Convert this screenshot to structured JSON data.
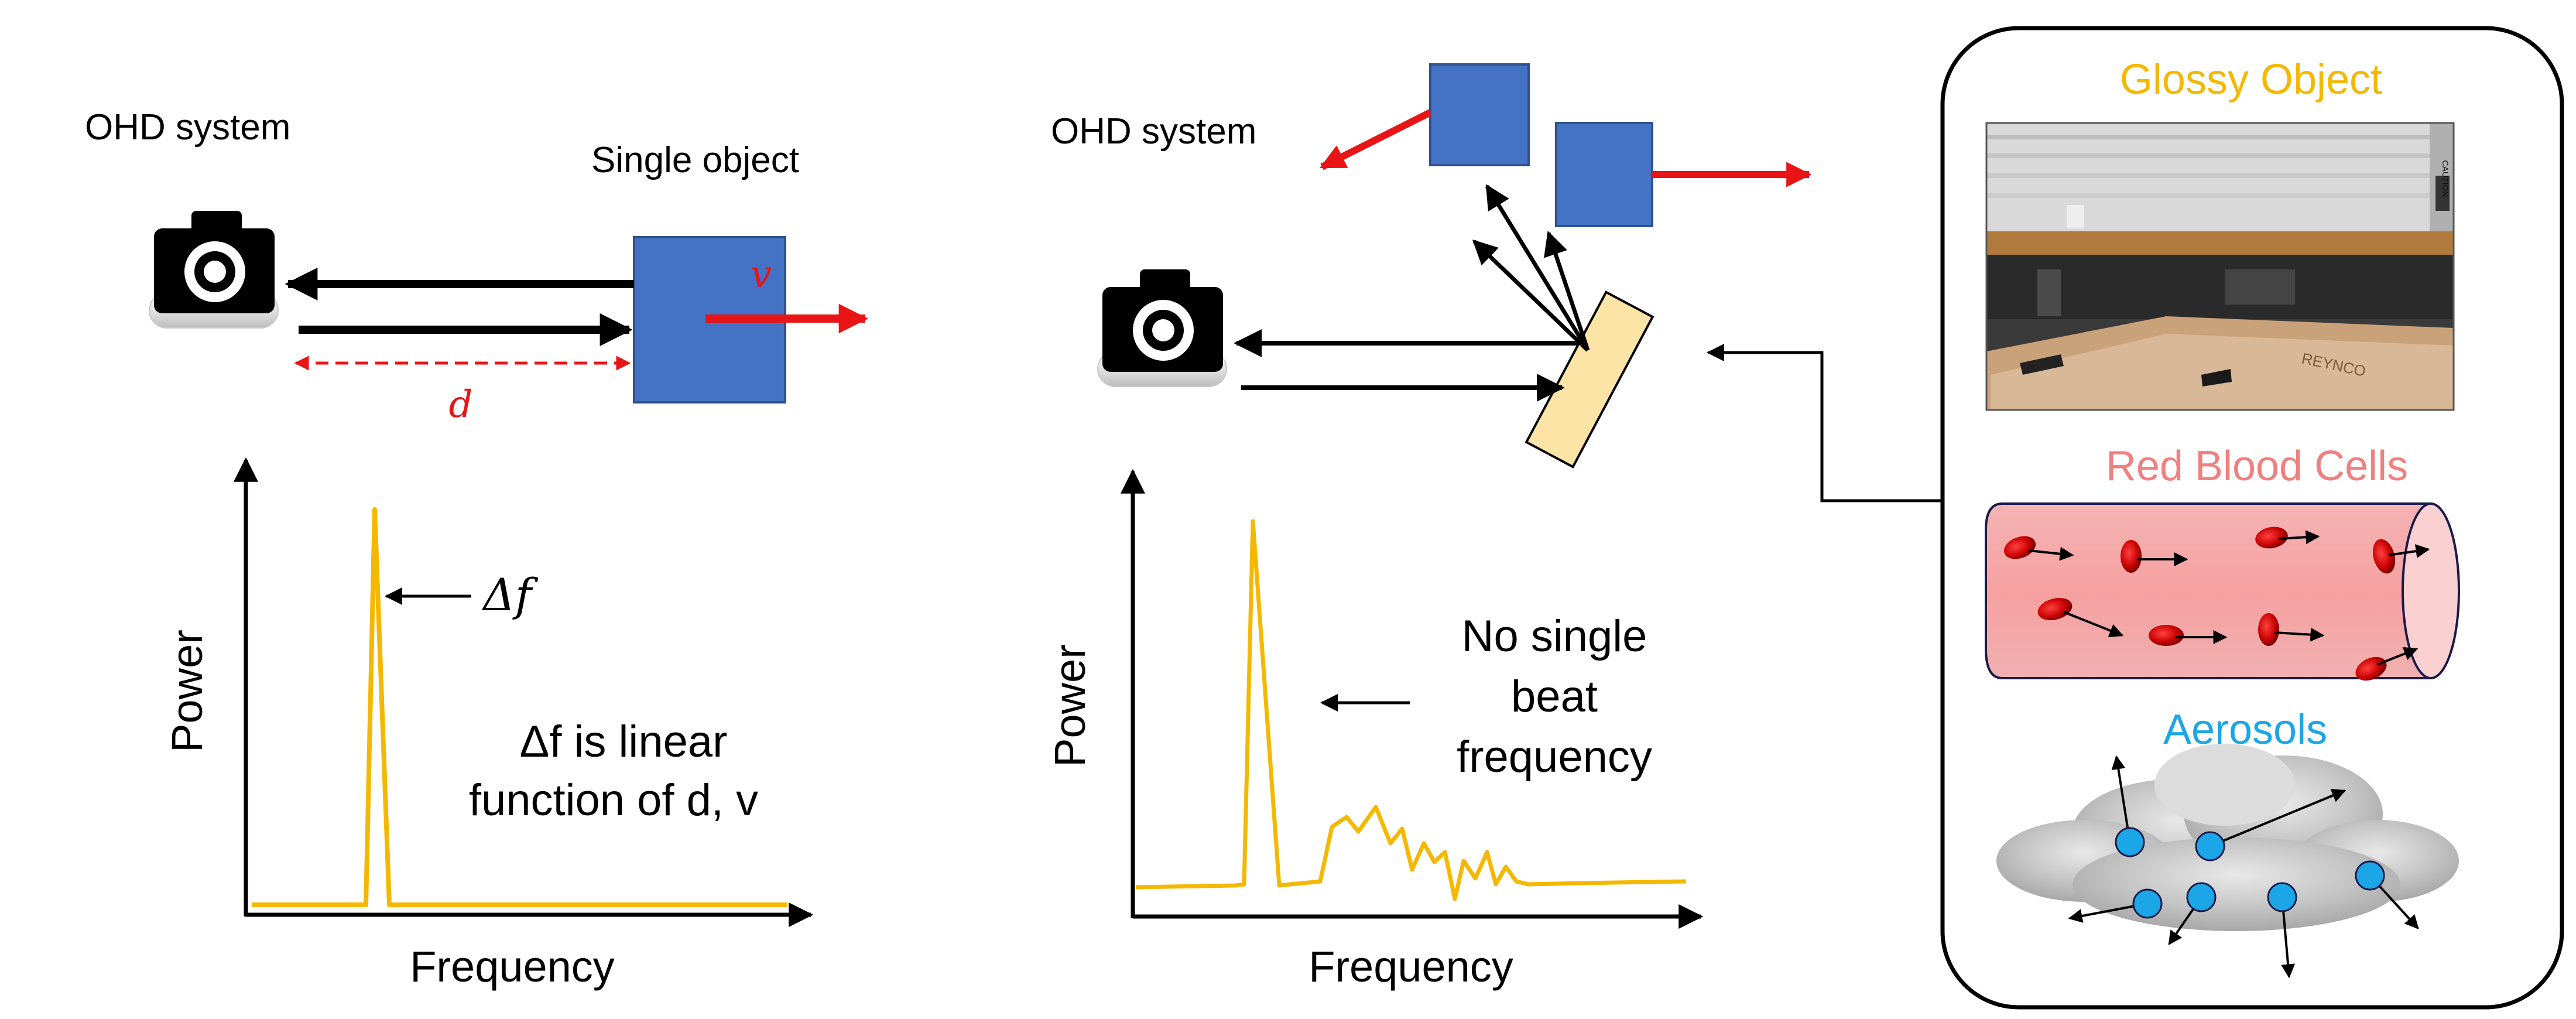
{
  "colors": {
    "object_blue": "#4472C4",
    "motion_red": "#E81416",
    "spectrum_yellow": "#F5B800",
    "glossy_title": "#F5B800",
    "rbc_title": "#F08080",
    "aerosol_title": "#1BA6E8",
    "vessel_fill": "#F7A6A6",
    "reflector_fill": "#FCE4A6",
    "aerosol_dot": "#1BA6E8"
  },
  "panel_left": {
    "system_label": "OHD system",
    "object_label": "Single object",
    "velocity_symbol": "v",
    "distance_symbol": "d",
    "peak_annotation": "Δf",
    "note_line1": "Δf is linear",
    "note_line2": "function of d, v",
    "y_axis_label": "Power",
    "x_axis_label": "Frequency",
    "camera_icon": "camera-icon"
  },
  "panel_middle": {
    "system_label": "OHD system",
    "note_line1": "No single",
    "note_line2": "beat",
    "note_line3": "frequency",
    "y_axis_label": "Power",
    "x_axis_label": "Frequency",
    "camera_icon": "camera-icon"
  },
  "panel_right": {
    "glossy_title": "Glossy Object",
    "rbc_title": "Red Blood Cells",
    "aerosol_title": "Aerosols",
    "glossy_photo_stamp": "CAUTION",
    "glossy_photo_brand": "REYNCO"
  }
}
